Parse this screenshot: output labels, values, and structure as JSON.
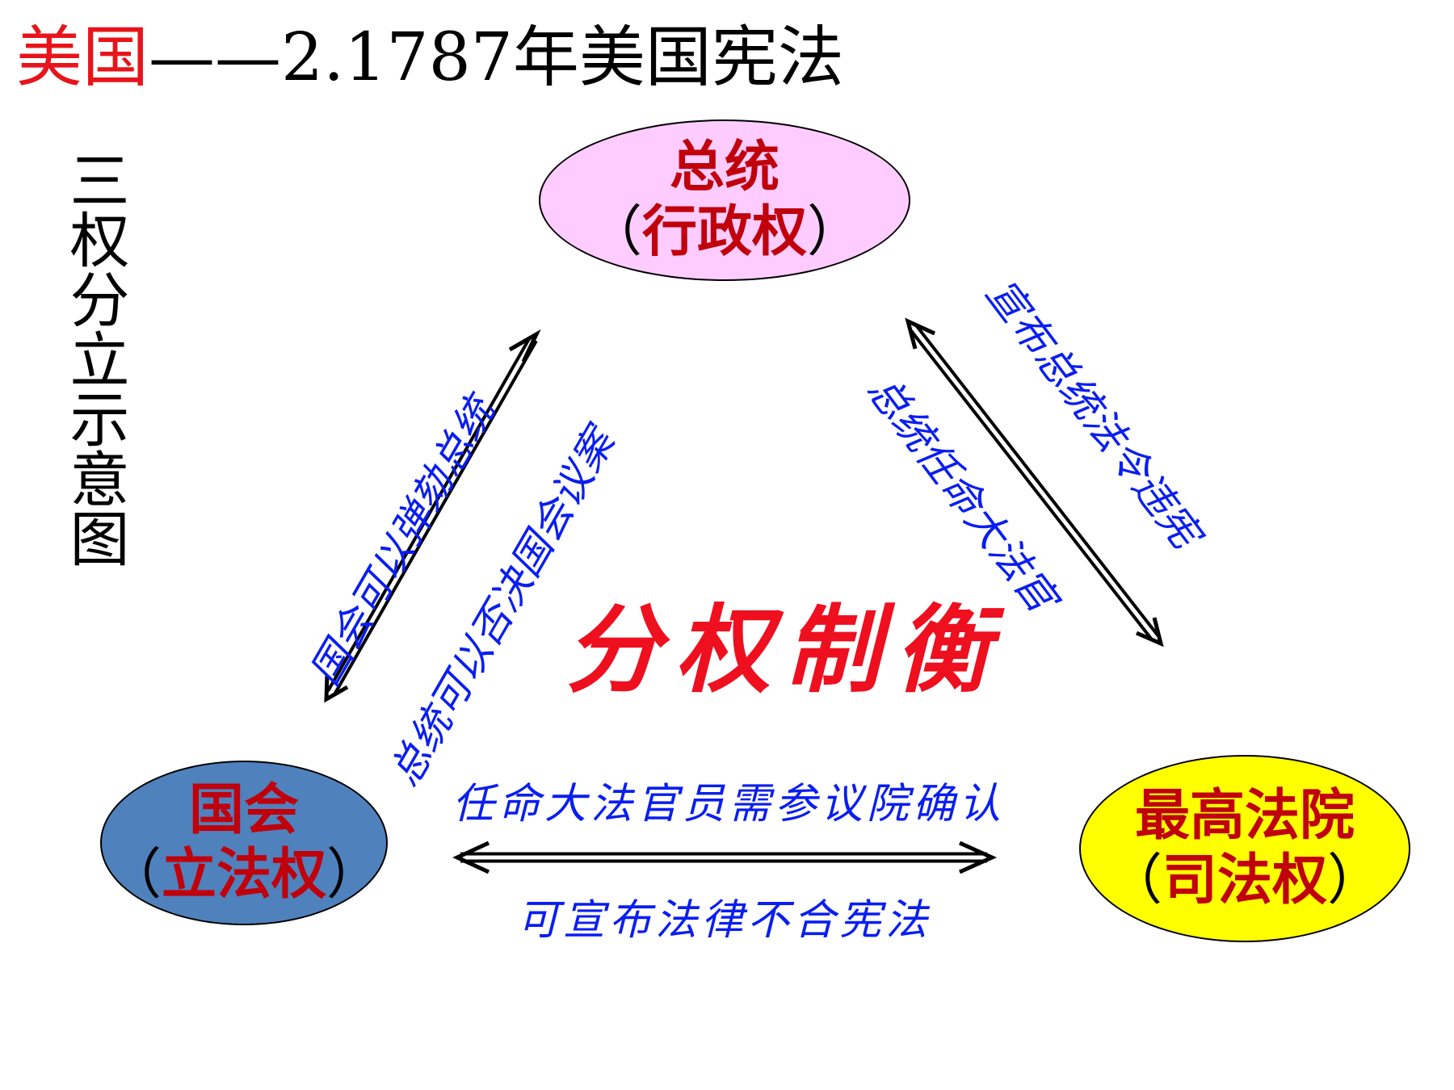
{
  "title": {
    "country": "美国",
    "rest": "——2.1787年美国宪法"
  },
  "side_title": "三权分立示意图",
  "nodes": {
    "president": {
      "name": "总统",
      "role": "行政权"
    },
    "congress": {
      "name": "国会",
      "role": "立法权"
    },
    "court": {
      "name": "最高法院",
      "role": "司法权"
    }
  },
  "paren_open": "（",
  "paren_close": "）",
  "relations": {
    "congress_to_president": "国会可以弹劾总统",
    "president_to_congress": "总统可以否决国会议案",
    "court_to_president": "宣布总统法令违宪",
    "president_to_court": "总统任命大法官",
    "congress_to_court": "任命大法官员需参议院确认",
    "court_to_congress": "可宣布法律不合宪法"
  },
  "center_label": "分权制衡",
  "colors": {
    "title_red": "#e8141b",
    "president_fill": "#ffccff",
    "congress_fill": "#4f81bd",
    "court_fill": "#ffff00",
    "node_text": "#c0000b",
    "relation_text": "#0a1ef0",
    "center_text": "#ee0f1f"
  }
}
